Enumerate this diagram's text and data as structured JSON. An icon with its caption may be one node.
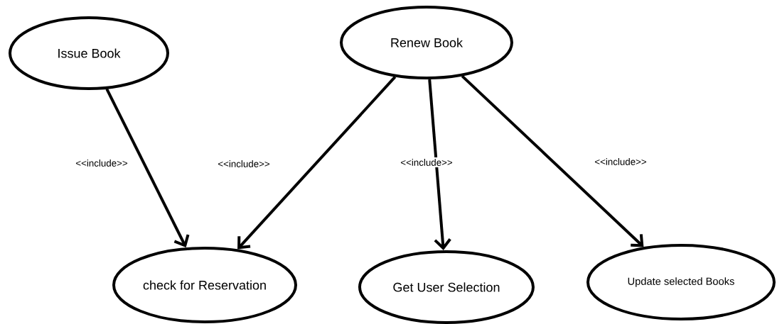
{
  "diagram": {
    "nodes": [
      {
        "text": [
          "Issue Book"
        ]
      },
      {
        "text": [
          "Renew Book"
        ]
      },
      {
        "text": [
          "check for Reservation"
        ]
      },
      {
        "text": [
          "Get User Selection"
        ]
      },
      {
        "text": [
          "Update selected Books"
        ]
      }
    ],
    "edges": [
      {
        "from": 0,
        "to": 2,
        "arrow": "to",
        "label": "<<include>>"
      },
      {
        "from": 1,
        "to": 2,
        "arrow": "to",
        "label": "<<include>>"
      },
      {
        "from": 1,
        "to": 3,
        "arrow": "to",
        "label": "<<include>>"
      },
      {
        "from": 1,
        "to": 4,
        "arrow": "to",
        "label": "<<include>>"
      }
    ]
  }
}
